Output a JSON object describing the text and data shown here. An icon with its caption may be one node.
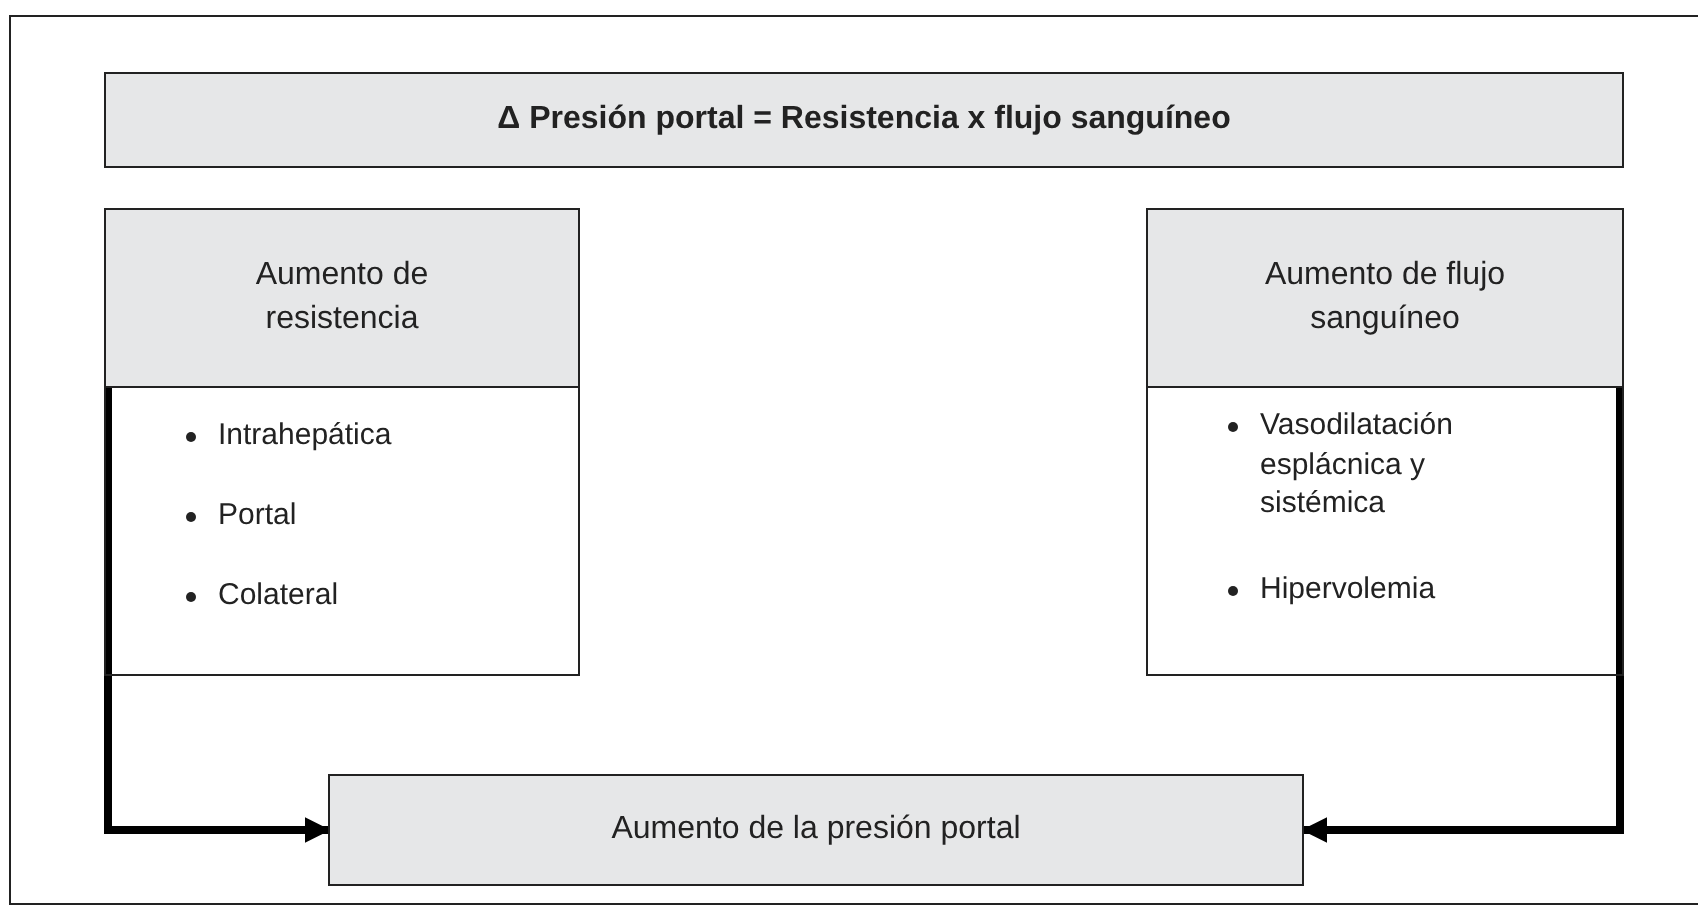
{
  "diagram": {
    "nodes": [
      {
        "text": [
          "Δ Presión portal = Resistencia x flujo sanguíneo"
        ]
      },
      {
        "text": [
          "Aumento de resistencia",
          "Intrahepática",
          "Portal",
          "Colateral"
        ]
      },
      {
        "text": [
          "Aumento de flujo sanguíneo",
          "Vasodilatación esplácnica y sistémica",
          "Hipervolemia"
        ]
      },
      {
        "text": [
          "Aumento de la presión portal"
        ]
      }
    ],
    "edges": [
      {
        "from": 1,
        "to": 3,
        "arrow": "to"
      },
      {
        "from": 2,
        "to": 3,
        "arrow": "to"
      }
    ]
  }
}
